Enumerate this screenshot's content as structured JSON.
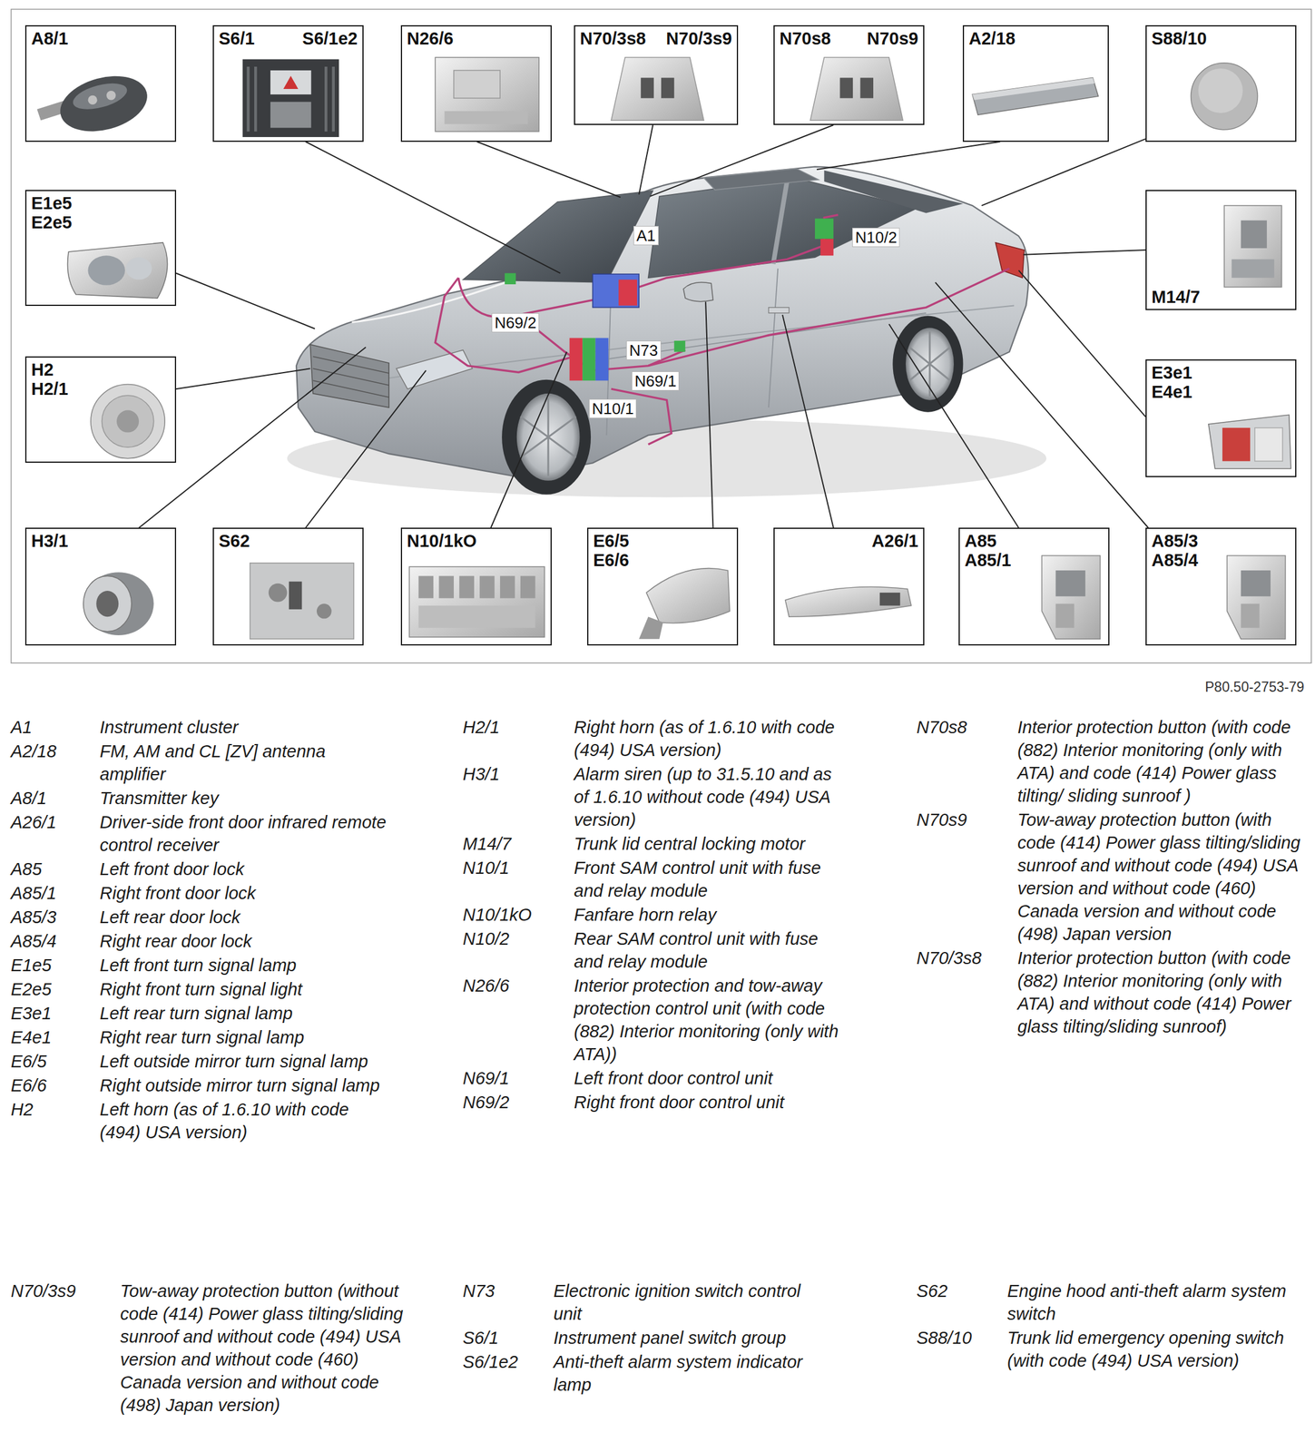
{
  "diagram": {
    "nodes": [
      {
        "text": [
          "A8/1"
        ]
      },
      {
        "text": [
          "S6/1",
          "S6/1e2"
        ]
      },
      {
        "text": [
          "N26/6"
        ]
      },
      {
        "text": [
          "N70/3s8",
          "N70/3s9"
        ]
      },
      {
        "text": [
          "N70s8",
          "N70s9"
        ]
      },
      {
        "text": [
          "A2/18"
        ]
      },
      {
        "text": [
          "S88/10"
        ]
      },
      {
        "text": [
          "E1e5",
          "E2e5"
        ]
      },
      {
        "text": [
          "M14/7"
        ]
      },
      {
        "text": [
          "H2",
          "H2/1"
        ]
      },
      {
        "text": [
          "E3e1",
          "E4e1"
        ]
      },
      {
        "text": [
          "H3/1"
        ]
      },
      {
        "text": [
          "S62"
        ]
      },
      {
        "text": [
          "N10/1kO"
        ]
      },
      {
        "text": [
          "E6/5",
          "E6/6"
        ]
      },
      {
        "text": [
          "A26/1"
        ]
      },
      {
        "text": [
          "A85",
          "A85/1"
        ]
      },
      {
        "text": [
          "A85/3",
          "A85/4"
        ]
      }
    ],
    "labels": [
      "A1",
      "N10/2",
      "N69/2",
      "N73",
      "N69/1",
      "N10/1",
      "P80.50-2753-79",
      "A1",
      "Instrument cluster",
      "A2/18",
      "FM, AM and CL [ZV] antenna amplifier",
      "A8/1",
      "Transmitter key",
      "A26/1",
      "Driver-side front door infrared remote control receiver",
      "A85",
      "Left front door lock",
      "A85/1",
      "Right front door lock",
      "A85/3",
      "Left rear door lock",
      "A85/4",
      "Right rear door lock",
      "E1e5",
      "Left front turn signal lamp",
      "E2e5",
      "Right front turn signal light",
      "E3e1",
      "Left rear turn signal lamp",
      "E4e1",
      "Right rear turn signal lamp",
      "E6/5",
      "Left outside mirror turn signal lamp",
      "E6/6",
      "Right outside mirror turn signal lamp",
      "H2",
      "Left horn (as of 1.6.10 with code (494) USA version)",
      "H2/1",
      "Right horn (as of 1.6.10 with code (494) USA version)",
      "H3/1",
      "Alarm siren (up to 31.5.10 and as of 1.6.10 without code (494) USA version)",
      "M14/7",
      "Trunk lid central locking motor",
      "N10/1",
      "Front SAM control unit with fuse and relay module",
      "N10/1kO",
      "Fanfare horn relay",
      "N10/2",
      "Rear SAM control unit with fuse and relay module",
      "N26/6",
      "Interior protection and tow-away protection control unit (with code (882) Interior monitoring (only with ATA))",
      "N69/1",
      "Left front door control unit",
      "N69/2",
      "Right front door control unit",
      "N70s8",
      "Interior protection button (with code (882) Interior monitoring (only with ATA) and code (414) Power glass tilting/ sliding sunroof )",
      "N70s9",
      "Tow-away protection button (with code (414) Power glass tilting/sliding sunroof and without code (494) USA version and without code (460) Canada version and without code (498) Japan version",
      "N70/3s8",
      "Interior protection button (with code (882) Interior monitoring (only with ATA) and without code (414) Power glass tilting/sliding sunroof)",
      "N70/3s9",
      "Tow-away protection button (without code (414) Power glass tilting/sliding sunroof and without code (494) USA version and without code (460) Canada version and without code (498) Japan version)",
      "N73",
      "Electronic ignition switch control unit",
      "S6/1",
      "Instrument panel switch group",
      "S6/1e2",
      "Anti-theft alarm system indicator lamp",
      "S62",
      "Engine hood anti-theft alarm system switch",
      "S88/10",
      "Trunk lid emergency opening switch (with code (494) USA version)"
    ]
  }
}
